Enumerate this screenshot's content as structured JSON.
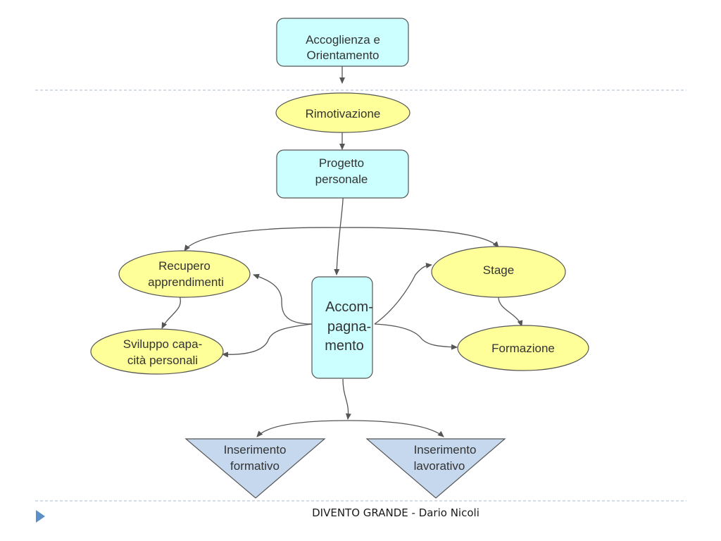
{
  "nodes": {
    "accoglienza": {
      "line1": "Accoglienza e",
      "line2": "Orientamento"
    },
    "rimotivazione": {
      "label": "Rimotivazione"
    },
    "progetto": {
      "line1": "Progetto",
      "line2": "personale"
    },
    "recupero": {
      "line1": "Recupero",
      "line2": "apprendimenti"
    },
    "sviluppo": {
      "line1": "Sviluppo capa-",
      "line2": "cità personali"
    },
    "accompagnamento": {
      "line1": "Accom-",
      "line2": "pagna-",
      "line3": "mento"
    },
    "stage": {
      "label": "Stage"
    },
    "formazione": {
      "label": "Formazione"
    },
    "inserimento_formativo": {
      "line1": "Inserimento",
      "line2": "formativo"
    },
    "inserimento_lavorativo": {
      "line1": "Inserimento",
      "line2": "lavorativo"
    }
  },
  "footer": {
    "text": "DIVENTO GRANDE - Dario Nicoli",
    "icon": "play-icon"
  },
  "colors": {
    "box_fill": "#ccffff",
    "ellipse_fill": "#ffff99",
    "triangle_fill": "#c5d8ee",
    "stroke": "#555555",
    "divider": "#aabbcc",
    "footer_icon": "#5b8fc7"
  }
}
